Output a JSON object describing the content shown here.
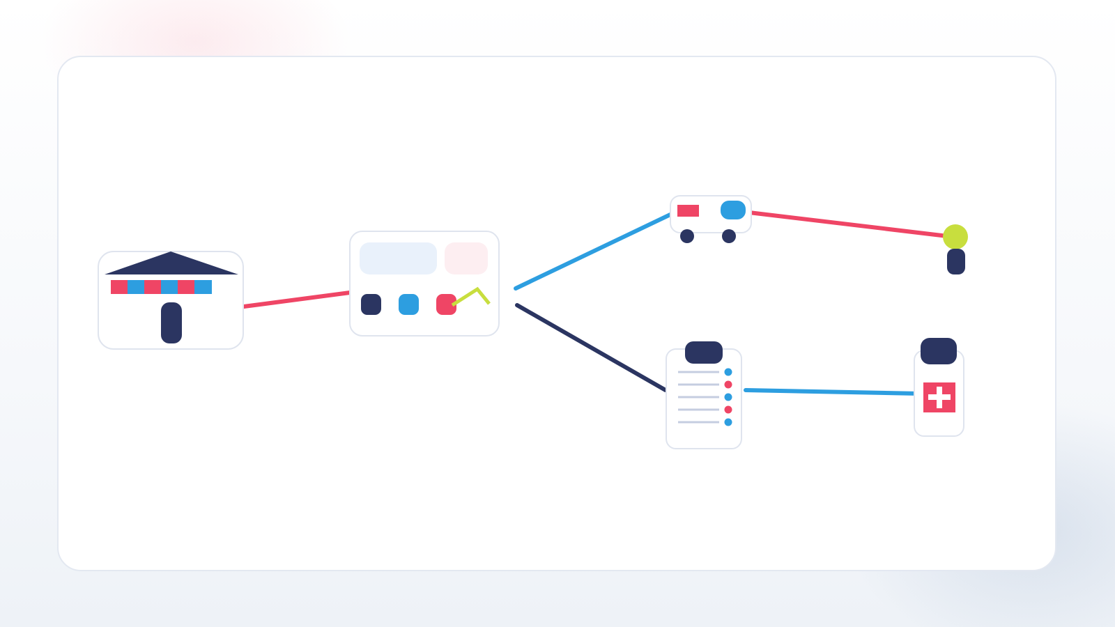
{
  "colors": {
    "navy": "#2b3561",
    "pink": "#ef4565",
    "blue": "#2d9ee0",
    "lime": "#c8de3e",
    "border": "#dfe4ee",
    "grey_line": "#c5cde0",
    "pale_blue": "#e9f1fb",
    "pale_pink": "#fdeef1"
  },
  "nodes": [
    {
      "id": "shop",
      "icon": "storefront-icon"
    },
    {
      "id": "dashboard",
      "icon": "dashboard-icon"
    },
    {
      "id": "delivery",
      "icon": "delivery-truck-icon"
    },
    {
      "id": "destination",
      "icon": "location-pin-icon"
    },
    {
      "id": "checklist",
      "icon": "clipboard-checklist-icon"
    },
    {
      "id": "medical",
      "icon": "medical-kit-icon"
    }
  ],
  "edges": [
    {
      "from": "shop",
      "to": "dashboard",
      "color": "pink"
    },
    {
      "from": "dashboard",
      "to": "delivery",
      "color": "blue"
    },
    {
      "from": "dashboard",
      "to": "checklist",
      "color": "navy"
    },
    {
      "from": "delivery",
      "to": "destination",
      "color": "pink"
    },
    {
      "from": "checklist",
      "to": "medical",
      "color": "blue"
    }
  ]
}
